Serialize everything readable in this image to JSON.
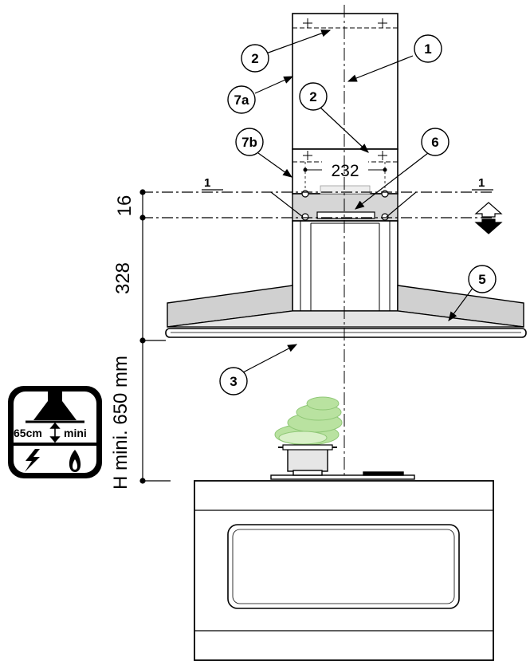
{
  "callouts": [
    {
      "id": "c1",
      "label": "1"
    },
    {
      "id": "c2a",
      "label": "2"
    },
    {
      "id": "c2b",
      "label": "2"
    },
    {
      "id": "c3",
      "label": "3"
    },
    {
      "id": "c5",
      "label": "5"
    },
    {
      "id": "c6",
      "label": "6"
    },
    {
      "id": "c7a",
      "label": "7a"
    },
    {
      "id": "c7b",
      "label": "7b"
    }
  ],
  "dimensions": {
    "top_gap": "16",
    "body_height": "328",
    "min_height": "H mini. 650 mm",
    "hole_spacing": "232"
  },
  "section_marks": {
    "left": "1",
    "right": "1"
  },
  "badge": {
    "distance": "65cm",
    "mini": "mini",
    "electric_icon": "lightning-icon",
    "gas_icon": "flame-icon"
  },
  "colors": {
    "line": "#000000",
    "hood_gray": "#cfcfcf",
    "steam_green": "#b9e2a0"
  }
}
